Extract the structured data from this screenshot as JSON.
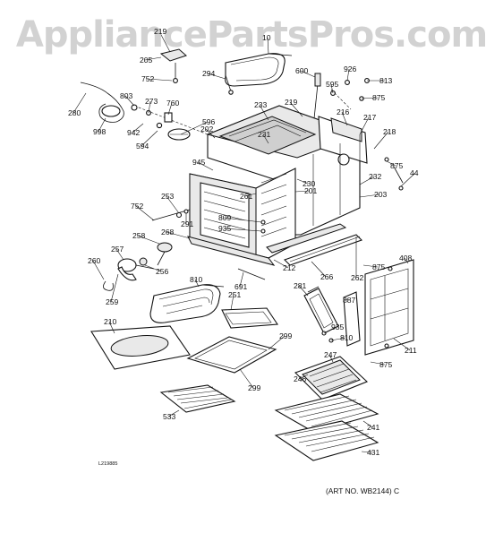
{
  "watermark": "AppliancePartsPros.com",
  "art_number": "(ART NO. WB2144) C",
  "drawing_code": "L219885",
  "part_labels": [
    "219",
    "205",
    "752",
    "10",
    "294",
    "600",
    "926",
    "813",
    "595",
    "875",
    "280",
    "998",
    "803",
    "273",
    "942",
    "594",
    "760",
    "596",
    "202",
    "233",
    "219",
    "216",
    "217",
    "218",
    "231",
    "875",
    "44",
    "945",
    "230",
    "201",
    "232",
    "203",
    "752",
    "253",
    "291",
    "261",
    "809",
    "935",
    "268",
    "258",
    "257",
    "260",
    "256",
    "259",
    "810",
    "691",
    "212",
    "266",
    "262",
    "875",
    "408",
    "251",
    "281",
    "887",
    "210",
    "299",
    "935",
    "810",
    "211",
    "875",
    "247",
    "299",
    "246",
    "241",
    "533",
    "431"
  ]
}
